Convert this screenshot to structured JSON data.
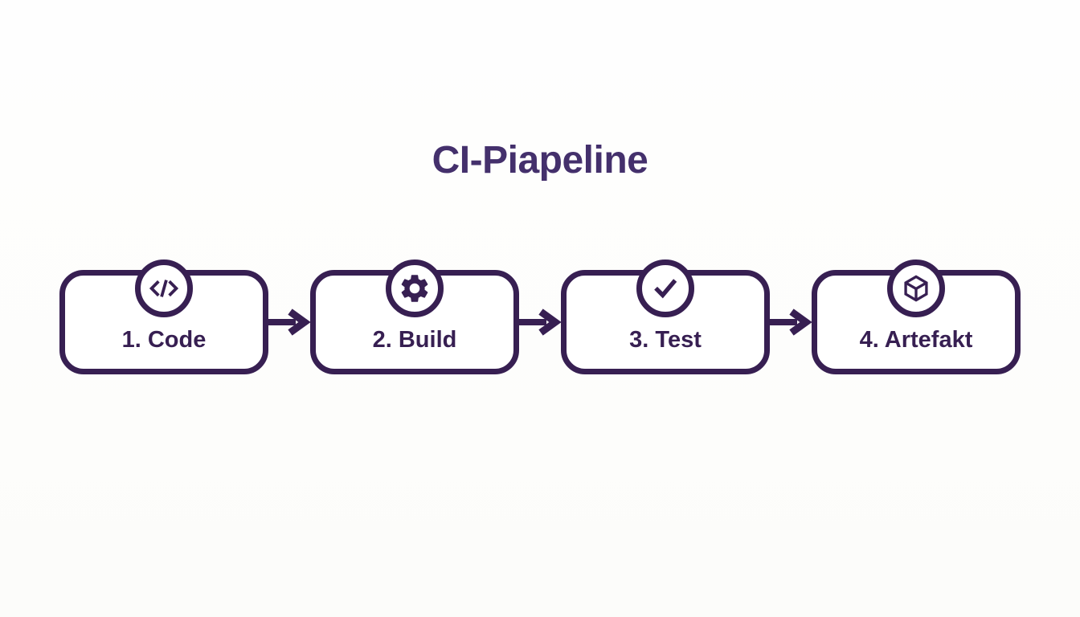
{
  "title": "CI-Piapeline",
  "colors": {
    "background": "#fdfdfc",
    "ink": "#371f52",
    "title_ink": "#44306c",
    "box_fill": "#ffffff"
  },
  "pipeline": {
    "stages": [
      {
        "label": "1. Code",
        "icon": "code-icon"
      },
      {
        "label": "2. Build",
        "icon": "gear-icon"
      },
      {
        "label": "3. Test",
        "icon": "check-icon"
      },
      {
        "label": "4. Artefakt",
        "icon": "cube-icon"
      }
    ],
    "connector_icon": "arrow-right-icon"
  }
}
